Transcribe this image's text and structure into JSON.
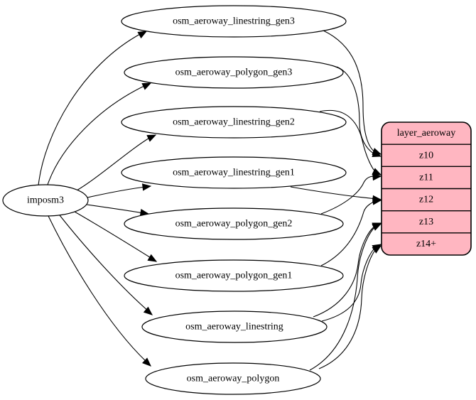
{
  "diagram": {
    "background_color": "#ffffff",
    "edge_color": "#000000",
    "table_node_fill": "#ffffff",
    "node_stroke_color": "#000000",
    "source_node": {
      "id": "imposm3",
      "label": "imposm3"
    },
    "table_nodes": [
      {
        "id": "osm_aeroway_linestring_gen3",
        "label": "osm_aeroway_linestring_gen3"
      },
      {
        "id": "osm_aeroway_polygon_gen3",
        "label": "osm_aeroway_polygon_gen3"
      },
      {
        "id": "osm_aeroway_linestring_gen2",
        "label": "osm_aeroway_linestring_gen2"
      },
      {
        "id": "osm_aeroway_linestring_gen1",
        "label": "osm_aeroway_linestring_gen1"
      },
      {
        "id": "osm_aeroway_polygon_gen2",
        "label": "osm_aeroway_polygon_gen2"
      },
      {
        "id": "osm_aeroway_polygon_gen1",
        "label": "osm_aeroway_polygon_gen1"
      },
      {
        "id": "osm_aeroway_linestring",
        "label": "osm_aeroway_linestring"
      },
      {
        "id": "osm_aeroway_polygon",
        "label": "osm_aeroway_polygon"
      }
    ],
    "layer_node": {
      "id": "layer_aeroway",
      "title": "layer_aeroway",
      "fill": "#ffb6c1",
      "rows": [
        "z10",
        "z11",
        "z12",
        "z13",
        "z14+"
      ]
    },
    "edges": [
      {
        "from": "imposm3",
        "to": "osm_aeroway_linestring_gen3"
      },
      {
        "from": "imposm3",
        "to": "osm_aeroway_polygon_gen3"
      },
      {
        "from": "imposm3",
        "to": "osm_aeroway_linestring_gen2"
      },
      {
        "from": "imposm3",
        "to": "osm_aeroway_linestring_gen1"
      },
      {
        "from": "imposm3",
        "to": "osm_aeroway_polygon_gen2"
      },
      {
        "from": "imposm3",
        "to": "osm_aeroway_polygon_gen1"
      },
      {
        "from": "imposm3",
        "to": "osm_aeroway_linestring"
      },
      {
        "from": "imposm3",
        "to": "osm_aeroway_polygon"
      },
      {
        "from": "osm_aeroway_linestring_gen3",
        "to": "z10"
      },
      {
        "from": "osm_aeroway_polygon_gen3",
        "to": "z10"
      },
      {
        "from": "osm_aeroway_linestring_gen2",
        "to": "z11"
      },
      {
        "from": "osm_aeroway_polygon_gen2",
        "to": "z11"
      },
      {
        "from": "osm_aeroway_linestring_gen1",
        "to": "z12"
      },
      {
        "from": "osm_aeroway_polygon_gen1",
        "to": "z12"
      },
      {
        "from": "osm_aeroway_linestring",
        "to": "z13"
      },
      {
        "from": "osm_aeroway_polygon",
        "to": "z13"
      },
      {
        "from": "osm_aeroway_linestring",
        "to": "z14+"
      },
      {
        "from": "osm_aeroway_polygon",
        "to": "z14+"
      }
    ]
  }
}
